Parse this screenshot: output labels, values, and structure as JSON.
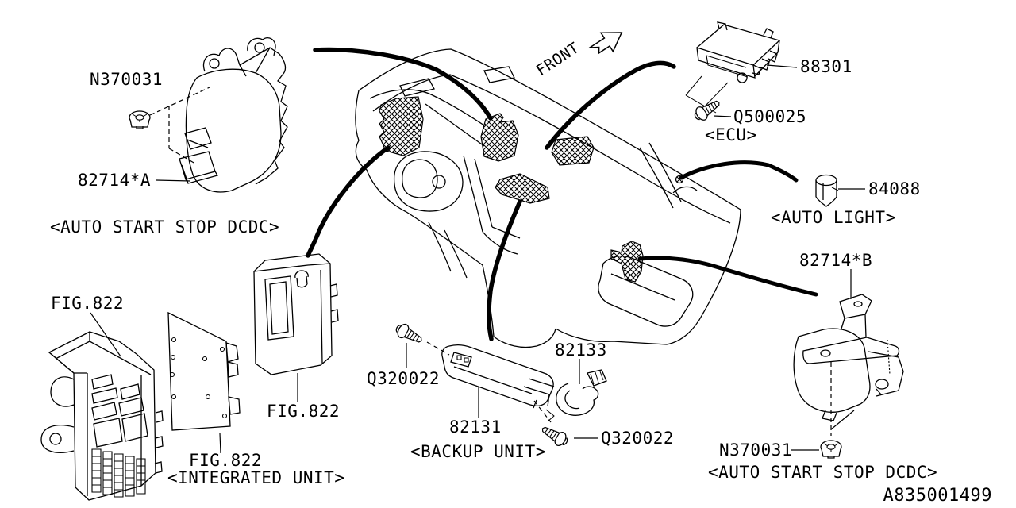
{
  "diagram": {
    "title_hint": "instrument panel electrical parts diagram",
    "colors": {
      "line": "#000000",
      "background": "#ffffff"
    },
    "labels": {
      "n370031_top": "N370031",
      "part_82714_a": "82714*A",
      "caption_dcdc_top": "<AUTO START STOP DCDC>",
      "fig_822_fusebox": "FIG.822",
      "fig_822_integrated": "FIG.822",
      "caption_integrated": "<INTEGRATED UNIT>",
      "fig_822_module": "FIG.822",
      "q320022_left": "Q320022",
      "part_82131": "82131",
      "caption_backup": "<BACKUP UNIT>",
      "part_82133": "82133",
      "q320022_right": "Q320022",
      "front": "FRONT",
      "part_88301": "88301",
      "q500025": "Q500025",
      "caption_ecu": "<ECU>",
      "part_84088": "84088",
      "caption_auto_light": "<AUTO LIGHT>",
      "part_82714_b": "82714*B",
      "n370031_bottom": "N370031",
      "caption_dcdc_bottom": "<AUTO START STOP DCDC>",
      "ref_code": "A835001499"
    }
  }
}
